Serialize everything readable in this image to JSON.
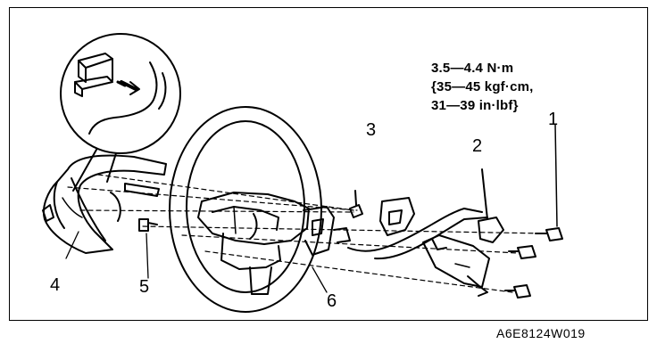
{
  "torque_spec": {
    "line1": "3.5—4.4 N·m",
    "line2": "{35—45 kgf·cm,",
    "line3": "31—39 in·lbf}"
  },
  "callouts": {
    "c1": "1",
    "c2": "2",
    "c3": "3",
    "c4": "4",
    "c5": "5",
    "c6": "6"
  },
  "figure_code": "A6E8124W019"
}
